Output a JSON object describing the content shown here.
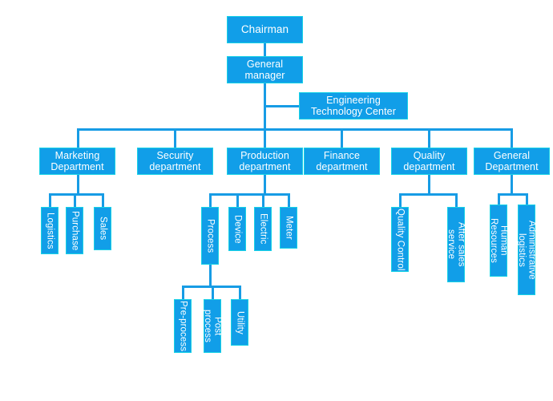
{
  "diagram": {
    "title": "Organizational Structure Chart",
    "colors": {
      "node_fill": "#119EE8",
      "node_border": "#17D2E6",
      "connector": "#179CE5",
      "node_text": "#FFFFFF",
      "background": "#FFFFFF"
    },
    "nodes": {
      "chairman": "Chairman",
      "general_manager": "General\nmanager",
      "engineering_technology_center": "Engineering\nTechnology Center",
      "marketing_department": "Marketing\nDepartment",
      "security_department": "Security\ndepartment",
      "production_department": "Production\ndepartment",
      "finance_department": "Finance\ndepartment",
      "quality_department": "Quality\ndepartment",
      "general_department": "General\nDepartment",
      "logistics": "Logistics",
      "purchase": "Purchase",
      "sales": "Sales",
      "process": "Process",
      "device": "Device",
      "electric": "Electric",
      "meter": "Meter",
      "pre_process": "Pre-process",
      "post_process": "Post process",
      "utility": "Utility",
      "quality_control": "Quality Control",
      "after_sales_service": "After sales service",
      "human_resources": "Human Resources",
      "administrative_logistics": "Administrative logistics"
    },
    "hierarchy": {
      "root": "Chairman",
      "levels": [
        [
          "Chairman"
        ],
        [
          "General manager"
        ],
        [
          "Engineering Technology Center"
        ],
        [
          "Marketing Department",
          "Security department",
          "Production department",
          "Finance department",
          "Quality department",
          "General Department"
        ],
        [
          "Logistics",
          "Purchase",
          "Sales",
          "Process",
          "Device",
          "Electric",
          "Meter",
          "Quality Control",
          "After sales service",
          "Human Resources",
          "Administrative logistics"
        ],
        [
          "Pre-process",
          "Post process",
          "Utility"
        ]
      ],
      "edges": [
        [
          "Chairman",
          "General manager"
        ],
        [
          "General manager",
          "Engineering Technology Center"
        ],
        [
          "General manager",
          "Marketing Department"
        ],
        [
          "General manager",
          "Security department"
        ],
        [
          "General manager",
          "Production department"
        ],
        [
          "General manager",
          "Finance department"
        ],
        [
          "General manager",
          "Quality department"
        ],
        [
          "General manager",
          "General Department"
        ],
        [
          "Marketing Department",
          "Logistics"
        ],
        [
          "Marketing Department",
          "Purchase"
        ],
        [
          "Marketing Department",
          "Sales"
        ],
        [
          "Production department",
          "Process"
        ],
        [
          "Production department",
          "Device"
        ],
        [
          "Production department",
          "Electric"
        ],
        [
          "Production department",
          "Meter"
        ],
        [
          "Process",
          "Pre-process"
        ],
        [
          "Process",
          "Post process"
        ],
        [
          "Process",
          "Utility"
        ],
        [
          "Quality department",
          "Quality Control"
        ],
        [
          "Quality department",
          "After sales service"
        ],
        [
          "General Department",
          "Human Resources"
        ],
        [
          "General Department",
          "Administrative logistics"
        ]
      ]
    }
  }
}
